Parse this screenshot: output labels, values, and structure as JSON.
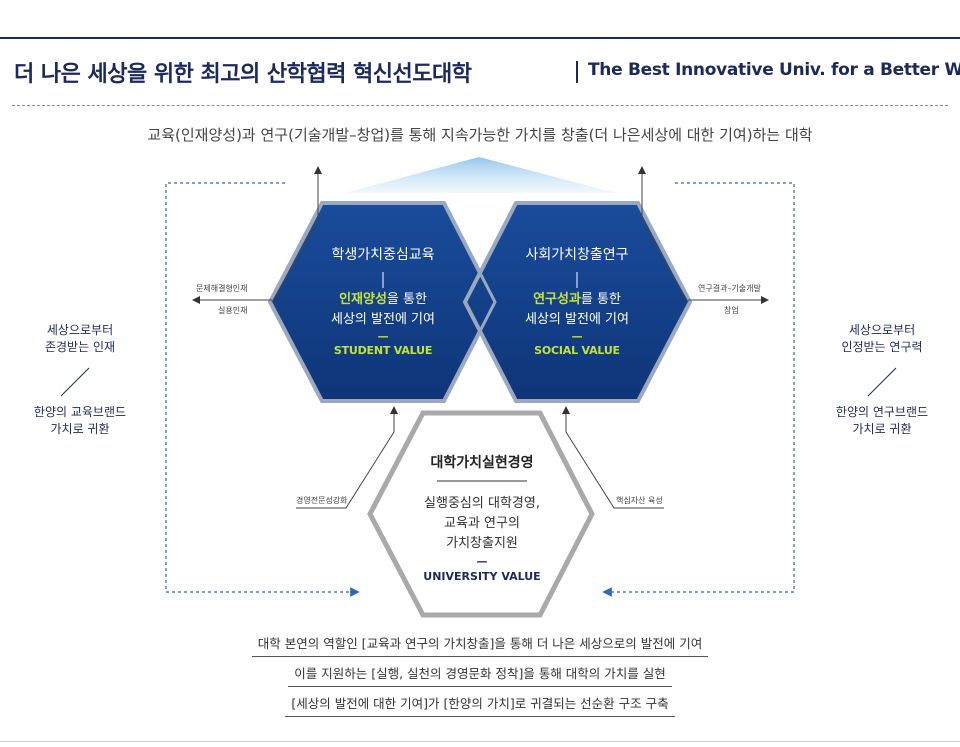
{
  "header": {
    "title_ko": "더 나은 세상을 위한 최고의 산학협력 혁신선도대학",
    "title_en": "The Best Innovative Univ. for a Better World"
  },
  "subtitle": "교육(인재양성)과 연구(기술개발–창업)를 통해 지속가능한 가치를 창출(더 나은세상에 대한 기여)하는 대학",
  "left_hex": {
    "title": "학생가치중심교육",
    "highlight": "인재양성",
    "line1_rest": "을 통한",
    "line2": "세상의 발전에 기여",
    "dash": "—",
    "en": "STUDENT VALUE"
  },
  "right_hex": {
    "title": "사회가치창출연구",
    "highlight": "연구성과",
    "line1_rest": "를 통한",
    "line2": "세상의 발전에 기여",
    "dash": "—",
    "en": "SOCIAL VALUE"
  },
  "bottom_hex": {
    "title": "대학가치실현경영",
    "line1": "실행중심의 대학경영,",
    "line2": "교육과 연구의",
    "line3": "가치창출지원",
    "dash": "—",
    "en": "UNIVERSITY VALUE"
  },
  "labels": {
    "left_top": "문제해결형인재",
    "left_bottom": "실용인재",
    "right_top": "연구결과–기술개발",
    "right_bottom": "창업",
    "bottom_left": "경영전문성강화",
    "bottom_right": "핵심자산 육성"
  },
  "side_left": {
    "line1": "세상으로부터",
    "line2": "존경받는 인재",
    "line3": "한양의 교육브랜드",
    "line4": "가치로 귀환"
  },
  "side_right": {
    "line1": "세상으로부터",
    "line2": "인정받는 연구력",
    "line3": "한양의 연구브랜드",
    "line4": "가치로 귀환"
  },
  "summary": [
    "대학 본연의 역할인 [교육과 연구의 가치창출]을 통해 더 나은 세상으로의 발전에 기여",
    "이를 지원하는 [실행, 실천의 경영문화 정착]을 통해 대학의 가치를 실현",
    "[세상의 발전에 대한 기여]가 [한양의 가치]로 귀결되는 선순환 구조 구축"
  ],
  "colors": {
    "navy": "#1b2a5a",
    "hex_blue": "#123f8c",
    "accent_green": "#c5e33a",
    "dashed_blue": "#2b6cb0"
  }
}
